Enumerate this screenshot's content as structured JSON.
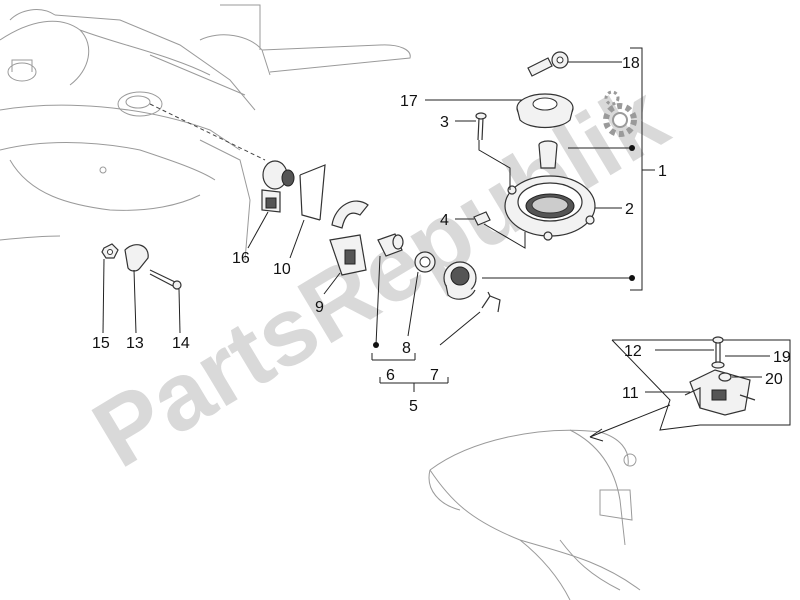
{
  "watermark": {
    "text": "PartsRepublik"
  },
  "callouts": [
    "1",
    "2",
    "3",
    "4",
    "5",
    "6",
    "7",
    "8",
    "9",
    "10",
    "11",
    "12",
    "13",
    "14",
    "15",
    "16",
    "17",
    "18",
    "19",
    "20"
  ],
  "colors": {
    "line": "#333333",
    "watermark": "#d9d9d9",
    "background": "#ffffff"
  },
  "icons": {
    "logo": "gear-icon"
  }
}
